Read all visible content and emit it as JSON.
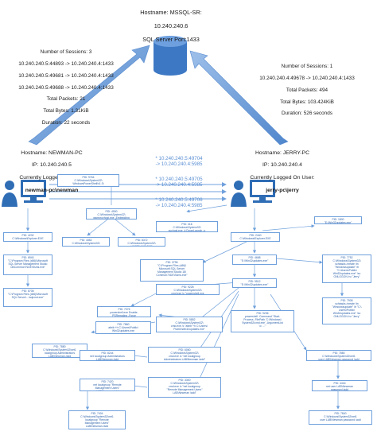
{
  "server": {
    "hostname": "Hostname: MSSQL-SR:",
    "ip": "10.240.240.6",
    "port": "SQL Server Port:1433"
  },
  "left_session": {
    "lines": [
      "Number of Sessions: 3",
      "10.240.240.5:44893 -> 10.240.240.4:1433",
      "10.240.240.5:49681 -> 10.240.240.4:1433",
      "10.240.240.5:49688 -> 10.240.240.4:1433",
      "Total Packets: 21",
      "Total Bytes: 1.31KiB",
      "Duration: 22 seconds"
    ]
  },
  "right_session": {
    "lines": [
      "Number of Sessions: 1",
      "10.240.240.4:49678 -> 10.240.240.4:1433",
      "Total Packets: 494",
      "Total Bytes: 103.424KiB",
      "Duration: 526 seconds"
    ]
  },
  "newman": {
    "hostname": "Hostname: NEWMAN-PC",
    "ip": "IP: 10.240.240.5",
    "logged": "Currently Logged On User:",
    "user": "newman-pc\\newman"
  },
  "jerry": {
    "hostname": "Hostname: JERRY-PC",
    "ip": "IP: 10.240.240.4",
    "logged": "Currently Logged On User:",
    "user": "jerry-pc\\jerry"
  },
  "connections": [
    "* 10.240.240.5:49704\n-> 10.240.240.4:5985",
    "* 10.240.240.5:49705\n-> 10.240.240.4:5985",
    "* 10.240.240.5:49706\n-> 10.240.240.4:5985"
  ],
  "nodes": [
    "PID: 9764\nC:\\Windows\\System32\\\nWindowsPowerShell\\v1.0\\\npowershell.exe",
    "PID: 4900\nC:\\Windows\\System32\\\nwsmprovhost.exe -Embedding",
    "PID: 1800\n\"E:\\Win32updates.exe\"",
    "PID: 416\nC:\\Windows\\System32\\\nsvchost.exe -k DcomLaunch -p",
    "PID: 4232\nC:\\Windows\\Explorer.EXE",
    "PID: 1852\nC:\\Windows\\System32\\\nwhoami.exe",
    "PID: 8372\nC:\\Windows\\System32\\\nHOSTNAME.EXE",
    "PID: 2440\nC:\\Windows\\Explorer.EXE",
    "PID: 6940\n\"C:\\Program Files (x86)\\Microsoft\nSQL Server Management Studio\n18\\Common7\\IDE\\Ssms.exe\"",
    "PID: 4668\n\"E:\\Win32updates.exe\"",
    "PID: 7752\nC:\\Windows\\System32\\\nschtasks /create /tn\n\"Windowsupdate\" /tr\n\"C:\\Users\\Public\\\nWin32updates.exe\" /sc\nONLOGON /ru \"Jerry\"",
    "PID: 8708\n\"C:\\Program Files (x86)\\Microsoft\nSQL Server\\...\\sqlcmd.exe\"",
    "PID: 3796\n\"C:\\Program Files (x86)\\\nMicrosoft SQL Server\nManagement Studio 18\\\nCommon7\\IDE\\Ssms.exe\"",
    "PID: 9512\n\"E:\\Win32updates.exe\"",
    "PID: 9228\nC:\\Windows\\System32\\\ncmd.exe /c \"powershell.exe\nEnable-PSRemoting -Force\"",
    "PID: 7908\nschtasks /create /tn\n\"Windowsupdate\" /tr \"C:\\\nUsers\\Public\\\nWin32updates.exe\" /sc\nONLOGON /ru \"Jerry\"",
    "PID: 7076\npowershell.exe Enable-\nPSRemoting -Force",
    "PID: 9236\npowershell -Command \"Start-\nProcess -FilePath 'C:\\Windows\\\nSystem32\\cmd.exe' -ArgumentList\n'/c ...'\"",
    "PID: 7860\nattrib +h C:\\Users\\Public\\\nWin32updates.exe",
    "PID: 5852\nC:\\Windows\\System32\\\ncmd.exe /c \"attrib +h C:\\Users\\\nPublic\\Win32updates.exe\"",
    "PID: 7880\nC:\\Windows\\System32\\net1\nlocalgroup Administrators\nLAB\\Newman /add",
    "PID: 6060\nC:\\Windows\\System32\\\ncmd.exe /c \"net localgroup\nAdministrators LAB\\Newman /add\"",
    "PID: 8244\nnet localgroup Administrators\nLAB\\Newman /add",
    "PID: 7880\nC:\\Windows\\System32\\net1\nuser LAB\\Newman password /add",
    "PID: 7420\nnet localgroup \"Remote\nManagement Users\"\nLAB\\Newman /add",
    "PID: 3300\nC:\\Windows\\System32\\\ncmd.exe /c \"net localgroup\n\"Remote Management Users\"\nLAB\\Newman /add\"",
    "PID: 4416\nnet user LAB\\Newman\npassword /add",
    "PID: 7404\nC:\\Windows\\System32\\net1\nlocalgroup \"Remote\nManagement Users\"\nLAB\\Newman /add",
    "PID: 7840\nC:\\Windows\\System32\\net1\nuser LAB\\Newman password /add"
  ],
  "colors": {
    "accent": "#5b8fd3",
    "arrow": "#6fa0dc",
    "computer": "#2f6db5"
  }
}
